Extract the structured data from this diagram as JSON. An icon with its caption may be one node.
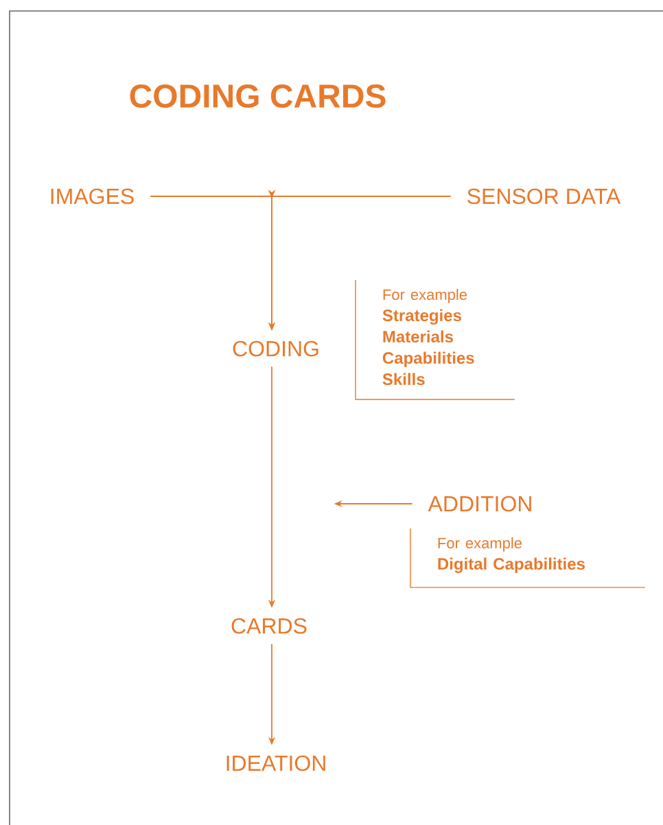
{
  "diagram": {
    "title": "CODING CARDS",
    "nodes": [
      {
        "text": [
          "IMAGES"
        ]
      },
      {
        "text": [
          "SENSOR DATA"
        ]
      },
      {
        "text": [
          "CODING"
        ]
      },
      {
        "text": [
          "For example",
          "Strategies",
          "Materials",
          "Capabilities",
          "Skills"
        ]
      },
      {
        "text": [
          "ADDITION"
        ]
      },
      {
        "text": [
          "For example",
          "Digital Capabilities"
        ]
      },
      {
        "text": [
          "CARDS"
        ]
      },
      {
        "text": [
          "IDEATION"
        ]
      }
    ],
    "edges": [
      {
        "from": 0,
        "to": 2,
        "arrow": "to"
      },
      {
        "from": 1,
        "to": 2,
        "arrow": "to"
      },
      {
        "from": 2,
        "to": 6,
        "arrow": "to"
      },
      {
        "from": 4,
        "to": null,
        "arrow": "to"
      },
      {
        "from": 6,
        "to": 7,
        "arrow": "to"
      }
    ]
  }
}
